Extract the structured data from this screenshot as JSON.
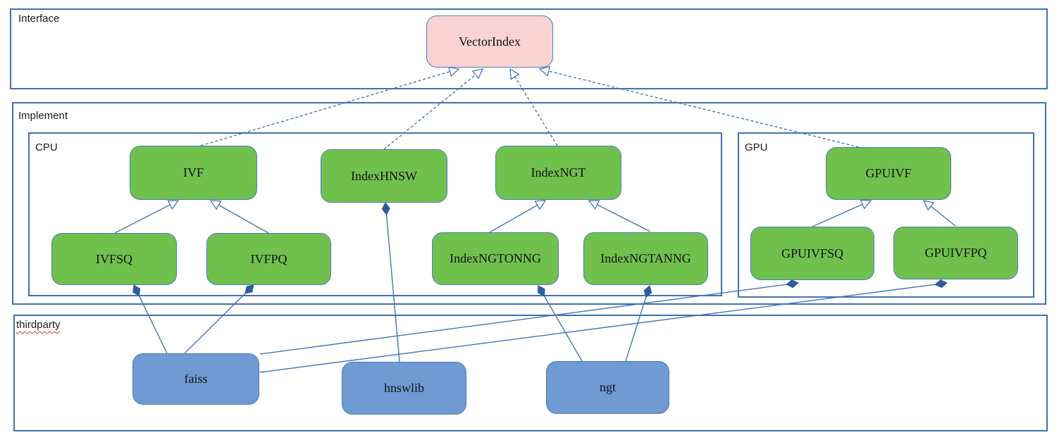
{
  "diagram": {
    "sections": {
      "interface": {
        "label": "Interface"
      },
      "implement": {
        "label": "Implement"
      },
      "cpu": {
        "label": "CPU"
      },
      "gpu": {
        "label": "GPU"
      },
      "thirdparty": {
        "label": "thirdparty",
        "misspelled": true
      }
    },
    "nodes": {
      "vectorindex": {
        "label": "VectorIndex",
        "kind": "interface"
      },
      "ivf": {
        "label": "IVF",
        "kind": "class"
      },
      "indexhnsw": {
        "label": "IndexHNSW",
        "kind": "class"
      },
      "indexngt": {
        "label": "IndexNGT",
        "kind": "class"
      },
      "gpuivf": {
        "label": "GPUIVF",
        "kind": "class"
      },
      "ivfsq": {
        "label": "IVFSQ",
        "kind": "class"
      },
      "ivfpq": {
        "label": "IVFPQ",
        "kind": "class"
      },
      "indexngtonng": {
        "label": "IndexNGTONNG",
        "kind": "class"
      },
      "indexngtanng": {
        "label": "IndexNGTANNG",
        "kind": "class"
      },
      "gpuivfsq": {
        "label": "GPUIVFSQ",
        "kind": "class"
      },
      "gpuivfpq": {
        "label": "GPUIVFPQ",
        "kind": "class"
      },
      "faiss": {
        "label": "faiss",
        "kind": "thirdparty-lib"
      },
      "hnswlib": {
        "label": "hnswlib",
        "kind": "thirdparty-lib"
      },
      "ngt": {
        "label": "ngt",
        "kind": "thirdparty-lib"
      }
    },
    "edges": [
      {
        "id": "r1",
        "from": "ivf",
        "to": "vectorindex",
        "type": "realize"
      },
      {
        "id": "r2",
        "from": "indexhnsw",
        "to": "vectorindex",
        "type": "realize"
      },
      {
        "id": "r3",
        "from": "indexngt",
        "to": "vectorindex",
        "type": "realize"
      },
      {
        "id": "r4",
        "from": "gpuivf",
        "to": "vectorindex",
        "type": "realize"
      },
      {
        "id": "i1",
        "from": "ivfsq",
        "to": "ivf",
        "type": "inherit"
      },
      {
        "id": "i2",
        "from": "ivfpq",
        "to": "ivf",
        "type": "inherit"
      },
      {
        "id": "i3",
        "from": "indexngtonng",
        "to": "indexngt",
        "type": "inherit"
      },
      {
        "id": "i4",
        "from": "indexngtanng",
        "to": "indexngt",
        "type": "inherit"
      },
      {
        "id": "i5",
        "from": "gpuivfsq",
        "to": "gpuivf",
        "type": "inherit"
      },
      {
        "id": "i6",
        "from": "gpuivfpq",
        "to": "gpuivf",
        "type": "inherit"
      },
      {
        "id": "c1",
        "from": "faiss",
        "to": "ivfsq",
        "type": "compose"
      },
      {
        "id": "c2",
        "from": "faiss",
        "to": "ivfpq",
        "type": "compose"
      },
      {
        "id": "c3",
        "from": "hnswlib",
        "to": "indexhnsw",
        "type": "compose"
      },
      {
        "id": "c4",
        "from": "ngt",
        "to": "indexngtonng",
        "type": "compose"
      },
      {
        "id": "c5",
        "from": "ngt",
        "to": "indexngtanng",
        "type": "compose"
      },
      {
        "id": "c6",
        "from": "faiss",
        "to": "gpuivfsq",
        "type": "compose"
      },
      {
        "id": "c7",
        "from": "faiss",
        "to": "gpuivfpq",
        "type": "compose"
      }
    ],
    "colors": {
      "interface_fill": "#f8d3d1",
      "class_fill": "#70c04e",
      "lib_fill": "#6f9ad2",
      "frame_border": "#3f72ad",
      "box_border": "#4a7ebb",
      "line": "#4674b4",
      "diamond_fill": "#2e5c9e",
      "misspell_underline": "#d43a2a"
    }
  }
}
